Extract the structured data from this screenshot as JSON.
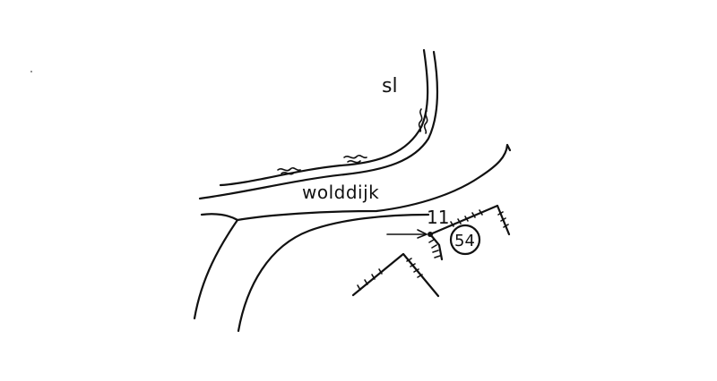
{
  "map": {
    "waterway_label": "sl",
    "road_label": "wolddijk",
    "point_number": "11",
    "circled_number": "54"
  },
  "colors": {
    "ink": "#111111",
    "paper": "#ffffff"
  }
}
